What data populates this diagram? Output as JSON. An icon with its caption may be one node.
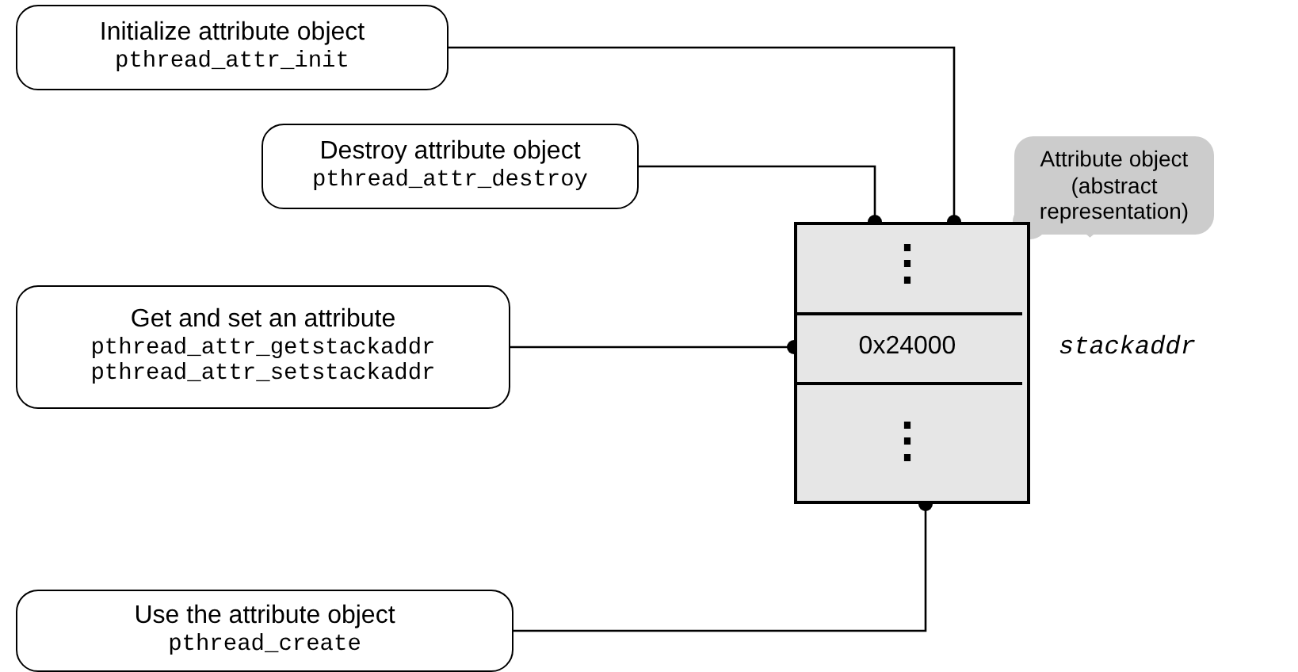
{
  "diagram": {
    "nodes": [
      {
        "text": [
          "Initialize attribute object",
          "pthread_attr_init"
        ]
      },
      {
        "text": [
          "Destroy attribute object",
          "pthread_attr_destroy"
        ]
      },
      {
        "text": [
          "Attribute object (abstract representation)"
        ]
      },
      {
        "text": [],
        "shape": "box"
      },
      {
        "text": [
          "⋮"
        ],
        "in": 3
      },
      {
        "text": [
          "0x24000"
        ],
        "in": 3,
        "beside": [
          "stackaddr"
        ]
      },
      {
        "text": [
          "⋮"
        ],
        "in": 3
      },
      {
        "text": [
          "Get and set an attribute",
          "pthread_attr_getstackaddr",
          "pthread_attr_setstackaddr"
        ]
      },
      {
        "text": [
          "Use the attribute object",
          "pthread_create"
        ]
      }
    ],
    "edges": [
      {
        "from": 0,
        "to": 3,
        "arrow": "other"
      },
      {
        "from": 1,
        "to": 3,
        "arrow": "other"
      },
      {
        "from": 2,
        "to": 3,
        "arrow": "other",
        "style": "thick",
        "color": "#cccccc"
      },
      {
        "from": 7,
        "to": 5,
        "arrow": "other"
      },
      {
        "from": 8,
        "to": 3,
        "arrow": "other"
      }
    ]
  }
}
